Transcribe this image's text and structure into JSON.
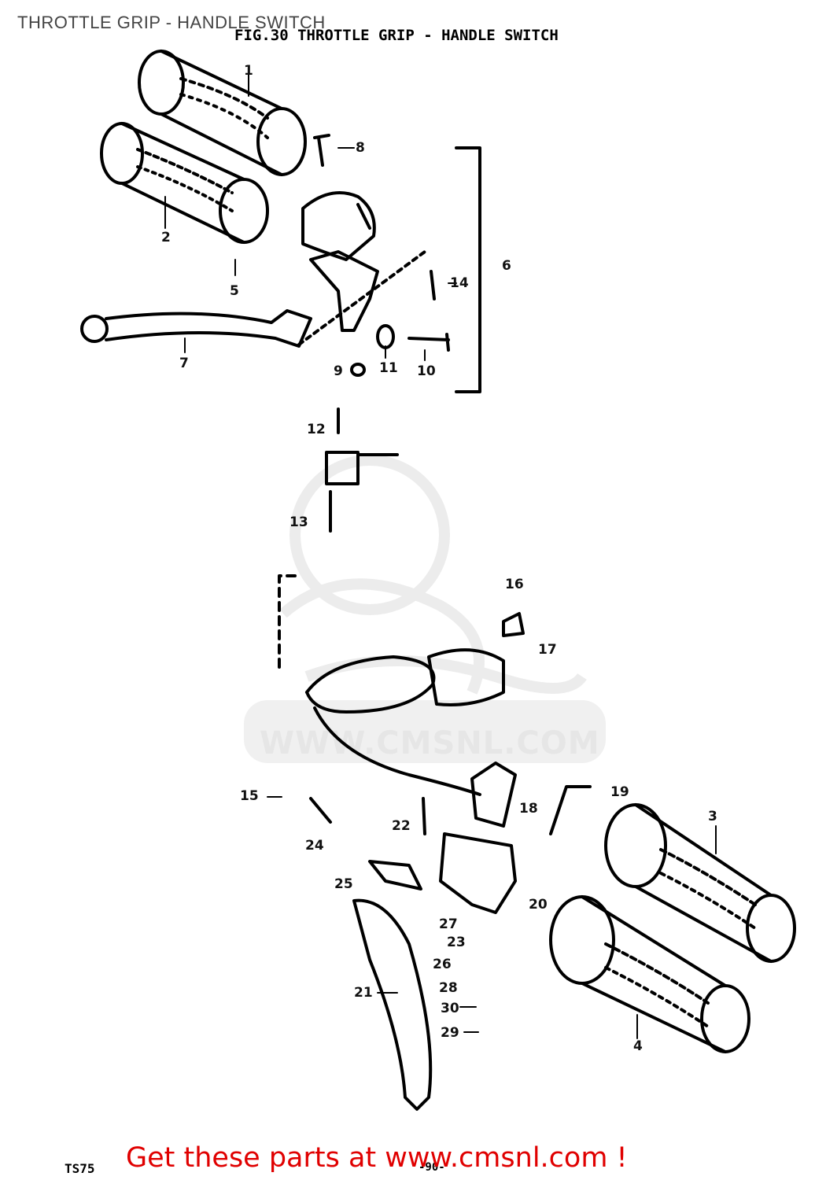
{
  "page": {
    "title": "THROTTLE GRIP - HANDLE SWITCH",
    "figure_title": "FIG.30  THROTTLE GRIP - HANDLE SWITCH"
  },
  "callouts": {
    "c1": "1",
    "c2": "2",
    "c3": "3",
    "c4": "4",
    "c5": "5",
    "c6": "6",
    "c7": "7",
    "c8": "8",
    "c9": "9",
    "c10": "10",
    "c11": "11",
    "c12": "12",
    "c13": "13",
    "c14": "14",
    "c15": "15",
    "c16": "16",
    "c17": "17",
    "c18": "18",
    "c19": "19",
    "c20": "20",
    "c21": "21",
    "c22": "22",
    "c23": "23",
    "c24": "24",
    "c25": "25",
    "c26": "26",
    "c27": "27",
    "c28": "28",
    "c29": "29",
    "c30": "30"
  },
  "watermark": {
    "text": "WWW.CMSNL.COM"
  },
  "footer": {
    "code": "TS75",
    "page": "-90-",
    "promo": "Get these parts at www.cmsnl.com !"
  },
  "colors": {
    "promo": "#e00000",
    "ink": "#000000",
    "watermark": "#e6e6e6"
  }
}
